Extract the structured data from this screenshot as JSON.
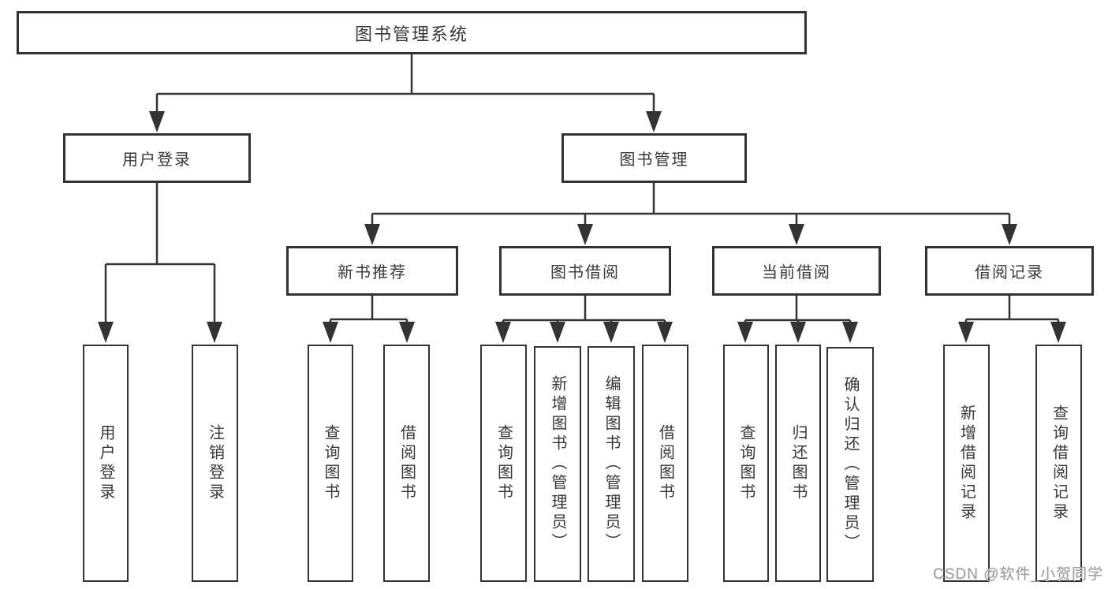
{
  "colors": {
    "line": "#333333",
    "border": "#333333",
    "text": "#383838",
    "watermark": "#9b9b9b",
    "background": "#ffffff"
  },
  "watermark": {
    "text": "CSDN @软件_小贺同学"
  },
  "tree": {
    "label": "图书管理系统",
    "children": [
      {
        "label": "用户登录",
        "children": [
          {
            "label": "用户登录"
          },
          {
            "label": "注销登录"
          }
        ]
      },
      {
        "label": "图书管理",
        "children": [
          {
            "label": "新书推荐",
            "children": [
              {
                "label": "查询图书"
              },
              {
                "label": "借阅图书"
              }
            ]
          },
          {
            "label": "图书借阅",
            "children": [
              {
                "label": "查询图书"
              },
              {
                "label": "新增图书（管理员）"
              },
              {
                "label": "编辑图书（管理员）"
              },
              {
                "label": "借阅图书"
              }
            ]
          },
          {
            "label": "当前借阅",
            "children": [
              {
                "label": "查询图书"
              },
              {
                "label": "归还图书"
              },
              {
                "label": "确认归还（管理员）"
              }
            ]
          },
          {
            "label": "借阅记录",
            "children": [
              {
                "label": "新增借阅记录"
              },
              {
                "label": "查询借阅记录"
              }
            ]
          }
        ]
      }
    ]
  }
}
